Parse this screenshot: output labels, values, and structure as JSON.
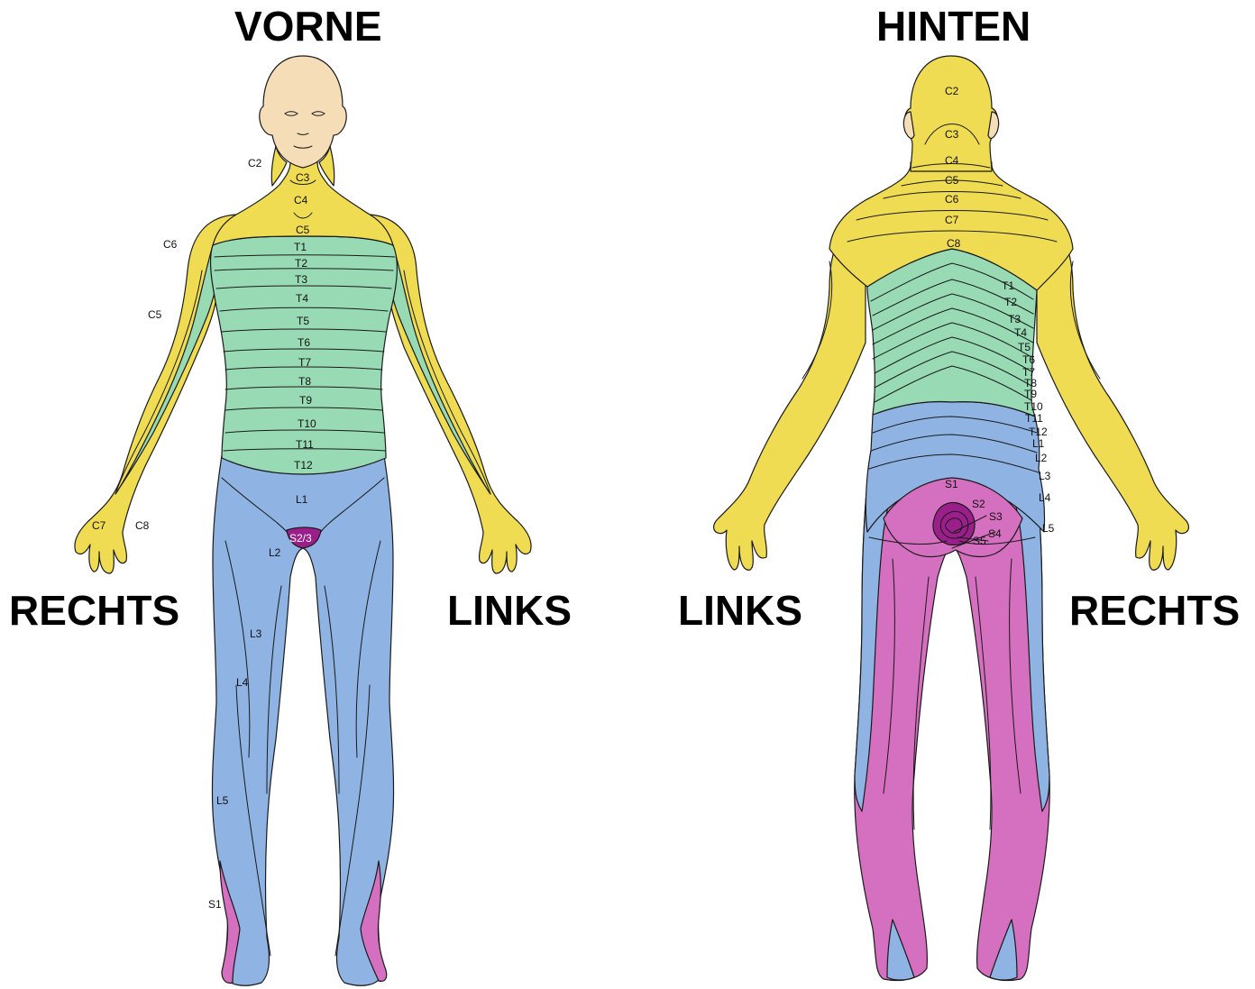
{
  "headings": {
    "front": "VORNE",
    "back": "HINTEN",
    "front_right": "RECHTS",
    "front_left": "LINKS",
    "back_left": "LINKS",
    "back_right": "RECHTS"
  },
  "colors": {
    "skin": "#f5ddb8",
    "cervical": "#f0dc52",
    "thoracic": "#98dab4",
    "lumbar": "#8fb3e3",
    "sacral": "#d56fbf",
    "sacral_dark": "#9b1f8a",
    "outline": "#1a1a1a"
  },
  "front_labels": {
    "c2": "C2",
    "c3": "C3",
    "c4": "C4",
    "c5": "C5",
    "c6": "C6",
    "c5_arm": "C5",
    "c7": "C7",
    "c8": "C8",
    "t1": "T1",
    "t2": "T2",
    "t3": "T3",
    "t4": "T4",
    "t5": "T5",
    "t6": "T6",
    "t7": "T7",
    "t8": "T8",
    "t9": "T9",
    "t10": "T10",
    "t11": "T11",
    "t12": "T12",
    "l1": "L1",
    "l2": "L2",
    "l3": "L3",
    "l4": "L4",
    "l5": "L5",
    "s1": "S1",
    "s23": "S2/3"
  },
  "back_labels": {
    "c2": "C2",
    "c3": "C3",
    "c4": "C4",
    "c5": "C5",
    "c6": "C6",
    "c7": "C7",
    "c8": "C8",
    "t1": "T1",
    "t2": "T2",
    "t3": "T3",
    "t4": "T4",
    "t5": "T5",
    "t6": "T6",
    "t7": "T7",
    "t8": "T8",
    "t9": "T9",
    "t10": "T10",
    "t11": "T11",
    "t12": "T12",
    "l1": "L1",
    "l2": "L2",
    "l3": "L3",
    "l4": "L4",
    "l5": "L5",
    "s1": "S1",
    "s2": "S2",
    "s3": "S3",
    "s4": "S4",
    "s5": "S5"
  }
}
